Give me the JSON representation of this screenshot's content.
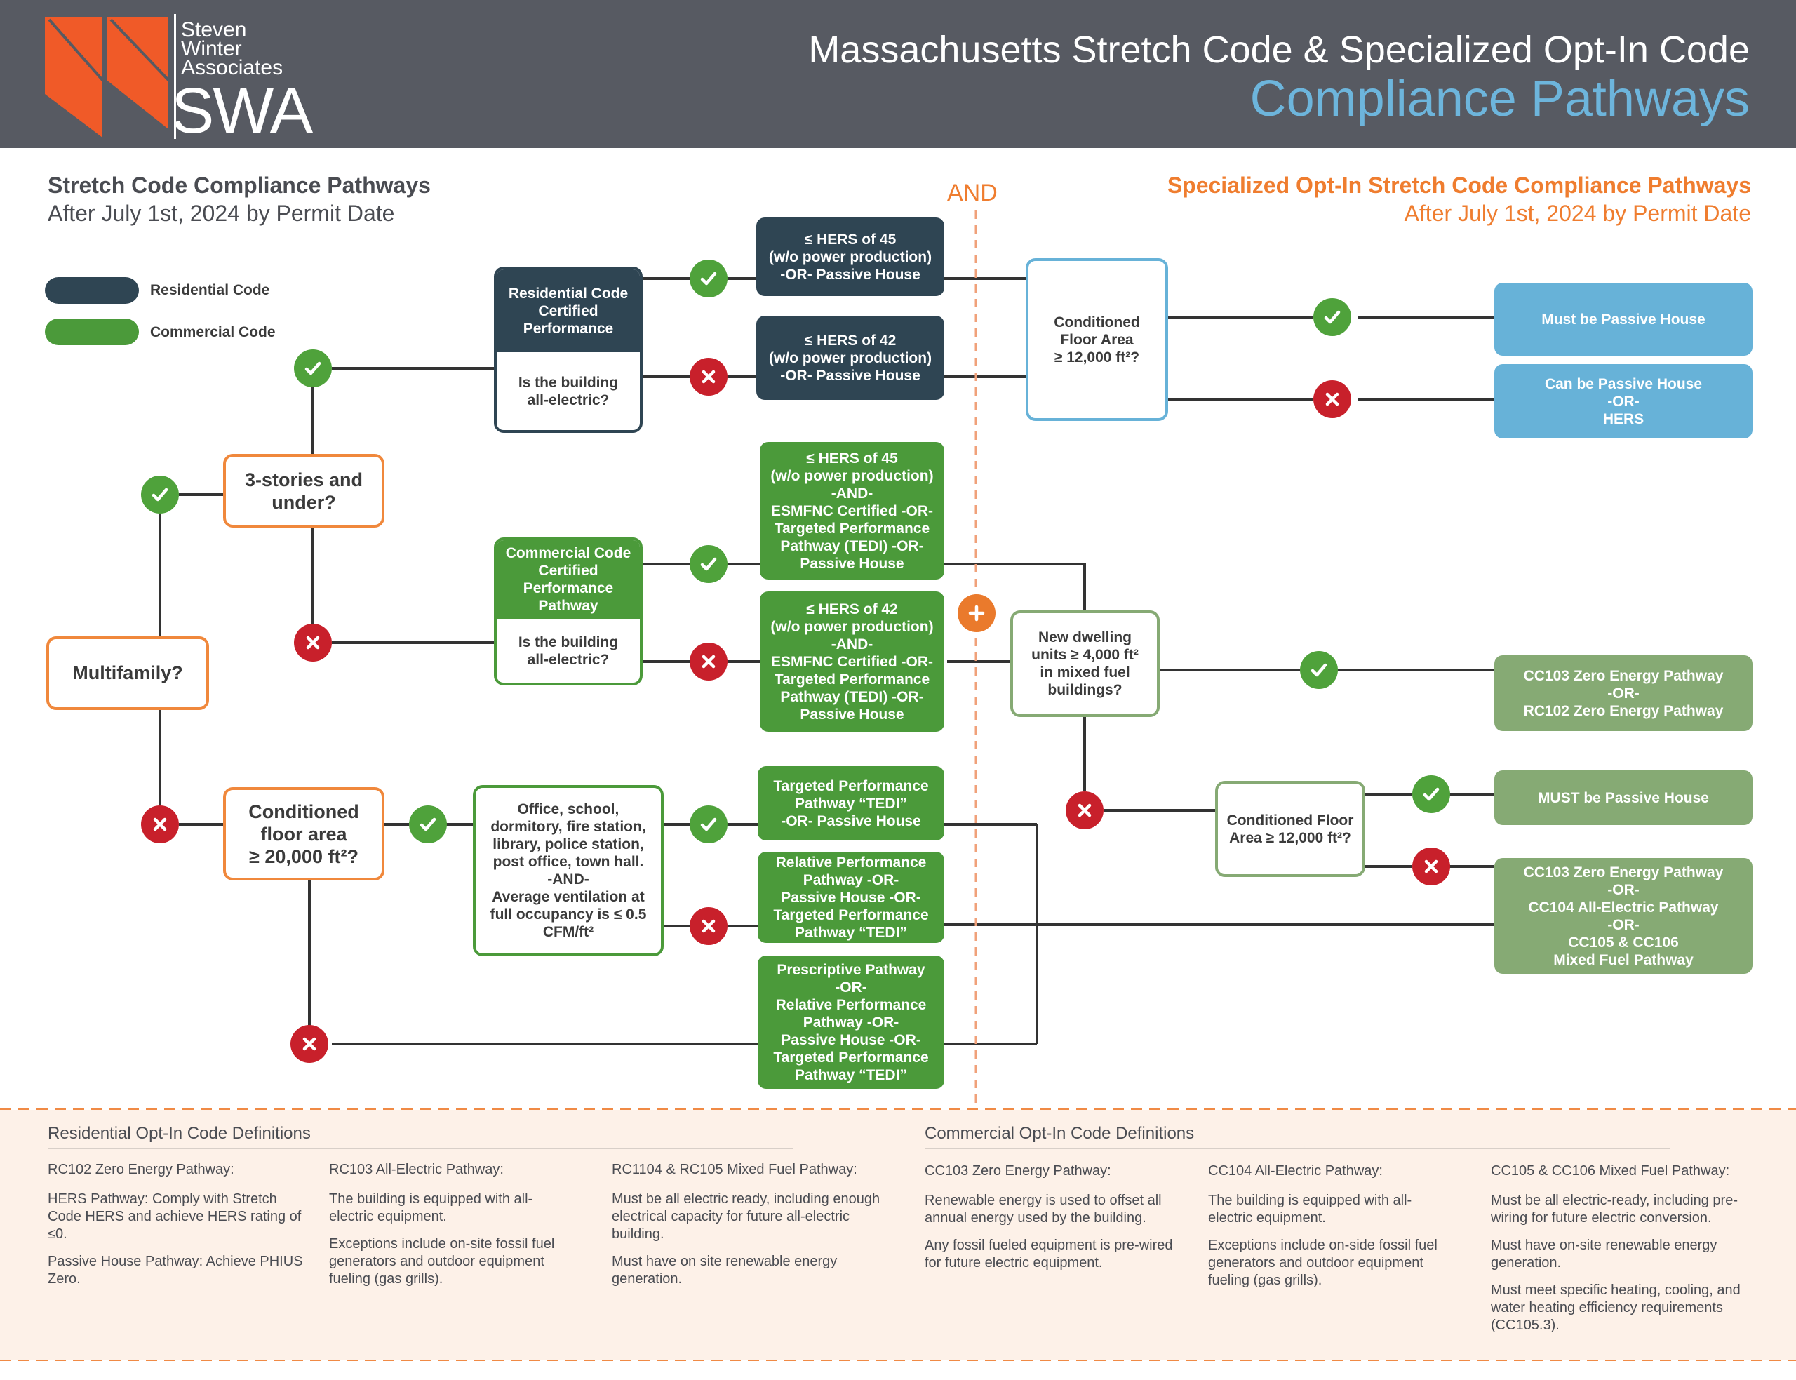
{
  "brand": {
    "line1": "Steven",
    "line2": "Winter",
    "line3": "Associates",
    "acronym": "SWA",
    "logo_color": "#f05a28"
  },
  "header": {
    "title": "Massachusetts Stretch Code & Specialized Opt-In Code",
    "subtitle": "Compliance Pathways"
  },
  "left_section": {
    "title": "Stretch Code Compliance Pathways",
    "subtitle": "After July 1st, 2024 by Permit Date"
  },
  "right_section": {
    "title": "Specialized Opt-In Stretch Code Compliance Pathways",
    "subtitle": "After July 1st, 2024 by Permit Date"
  },
  "divider_label": "AND",
  "legend": {
    "residential": {
      "label": "Residential Code",
      "color": "#2f4553"
    },
    "commercial": {
      "label": "Commercial Code",
      "color": "#4b9a3a"
    }
  },
  "nodes": {
    "multifamily": "Multifamily?",
    "three_stories": "3-stories and\nunder?",
    "floor_area_20000": "Conditioned\nfloor area\n≥ 20,000 ft²?",
    "res_certified": "Residential Code\nCertified\nPerformance",
    "res_all_electric": "Is the building\nall-electric?",
    "com_certified": "Commercial Code\nCertified\nPerformance\nPathway",
    "com_all_electric": "Is the building\nall-electric?",
    "office_school": "Office, school,\ndormitory, fire station,\nlibrary, police station,\npost office, town hall.\n-AND-\nAverage ventilation at\nfull occupancy is ≤ 0.5\nCFM/ft²",
    "res_hers45": "≤ HERS of 45\n(w/o power production)\n-OR- Passive House",
    "res_hers42": "≤ HERS of 42\n(w/o power production)\n-OR- Passive House",
    "com_hers45": "≤ HERS of 45\n(w/o power production)\n-AND-\nESMFNC Certified -OR-\nTargeted Performance\nPathway (TEDI) -OR-\nPassive House",
    "com_hers42": "≤ HERS of 42\n(w/o power production)\n-AND-\nESMFNC Certified -OR-\nTargeted Performance\nPathway (TEDI) -OR-\nPassive House",
    "tedi_yes": "Targeted Performance\nPathway “TEDI”\n-OR- Passive House",
    "relative_no": "Relative Performance\nPathway -OR-\nPassive House -OR-\nTargeted Performance\nPathway “TEDI”",
    "prescriptive": "Prescriptive Pathway\n-OR-\nRelative Performance\nPathway -OR-\nPassive House -OR-\nTargeted Performance\nPathway “TEDI”",
    "opt_floor_12000": "Conditioned\nFloor Area\n≥ 12,000 ft²?",
    "must_passive": "Must be Passive House",
    "can_passive": "Can be Passive House\n-OR-\nHERS",
    "new_dwelling": "New dwelling\nunits ≥ 4,000 ft²\nin mixed fuel\nbuildings?",
    "cc103_rc102": "CC103 Zero Energy Pathway\n-OR-\nRC102 Zero Energy Pathway",
    "opt_floor_12000_b": "Conditioned Floor\nArea ≥ 12,000 ft²?",
    "must_passive_caps": "MUST be Passive House",
    "cc103_cc104": "CC103 Zero Energy Pathway\n-OR-\nCC104 All-Electric Pathway\n-OR-\nCC105 & CC106\nMixed Fuel Pathway"
  },
  "definitions": {
    "residential": {
      "heading": "Residential Opt-In Code Definitions",
      "columns": [
        {
          "title": "RC102 Zero Energy Pathway:",
          "paragraphs": [
            "HERS Pathway: Comply with Stretch Code HERS and achieve HERS rating of ≤0.",
            "Passive House Pathway: Achieve PHIUS Zero."
          ]
        },
        {
          "title": "RC103 All-Electric Pathway:",
          "paragraphs": [
            "The building is equipped with all-electric equipment.",
            "Exceptions include on-site fossil fuel generators and outdoor equipment fueling (gas grills)."
          ]
        },
        {
          "title": "RC1104 & RC105 Mixed Fuel Pathway:",
          "paragraphs": [
            "Must be all electric ready, including enough electrical capacity for future all-electric building.",
            "Must have on site renewable energy generation."
          ]
        }
      ]
    },
    "commercial": {
      "heading": "Commercial Opt-In Code Definitions",
      "columns": [
        {
          "title": "CC103 Zero Energy Pathway:",
          "paragraphs": [
            "Renewable energy is used to offset all annual energy used by the building.",
            "Any fossil fueled equipment is pre-wired for future electric equipment."
          ]
        },
        {
          "title": "CC104 All-Electric Pathway:",
          "paragraphs": [
            "The building is equipped with all-electric equipment.",
            "Exceptions include on-side fossil fuel generators and outdoor equipment fueling (gas grills)."
          ]
        },
        {
          "title": "CC105 & CC106 Mixed Fuel Pathway:",
          "paragraphs": [
            "Must be all electric-ready, including pre-wiring for future electric conversion.",
            "Must have on-site renewable energy generation.",
            "Must meet specific heating, cooling, and water heating efficiency requirements (CC105.3)."
          ]
        }
      ]
    }
  }
}
